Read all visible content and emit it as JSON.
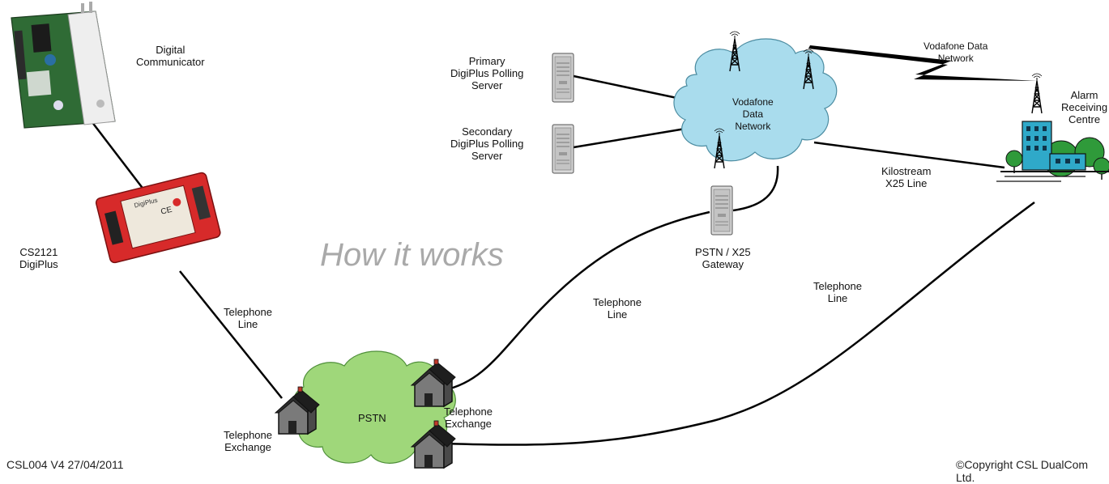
{
  "title": "How it works",
  "labels": {
    "digital_communicator": "Digital\nCommunicator",
    "cs2121": "CS2121\nDigiPlus",
    "telephone_line_1": "Telephone\nLine",
    "telephone_exchange_1": "Telephone\nExchange",
    "pstn": "PSTN",
    "telephone_exchange_2": "Telephone\nExchange",
    "telephone_line_2": "Telephone\nLine",
    "telephone_line_3": "Telephone\nLine",
    "primary_server": "Primary\nDigiPlus Polling\nServer",
    "secondary_server": "Secondary\nDigiPlus Polling\nServer",
    "vodafone_cloud": "Vodafone\nData\nNetwork",
    "vodafone_link": "Vodafone Data\nNetwork",
    "gateway": "PSTN / X25\nGateway",
    "kilostream": "Kilostream\nX25 Line",
    "arc": "Alarm\nReceiving\nCentre"
  },
  "device_text": {
    "modem_brand": "DigiPlus",
    "ce_mark": "CE"
  },
  "footer": {
    "left": "CSL004 V4 27/04/2011",
    "right": "©Copyright CSL DualCom Ltd."
  },
  "colors": {
    "pstn_cloud": "#9fd77a",
    "vodafone_cloud": "#a9dced",
    "modem_red": "#d72a2a",
    "building": "#2fa9c9",
    "tree": "#2f9a3a",
    "title_grey": "#a9a9a9"
  }
}
